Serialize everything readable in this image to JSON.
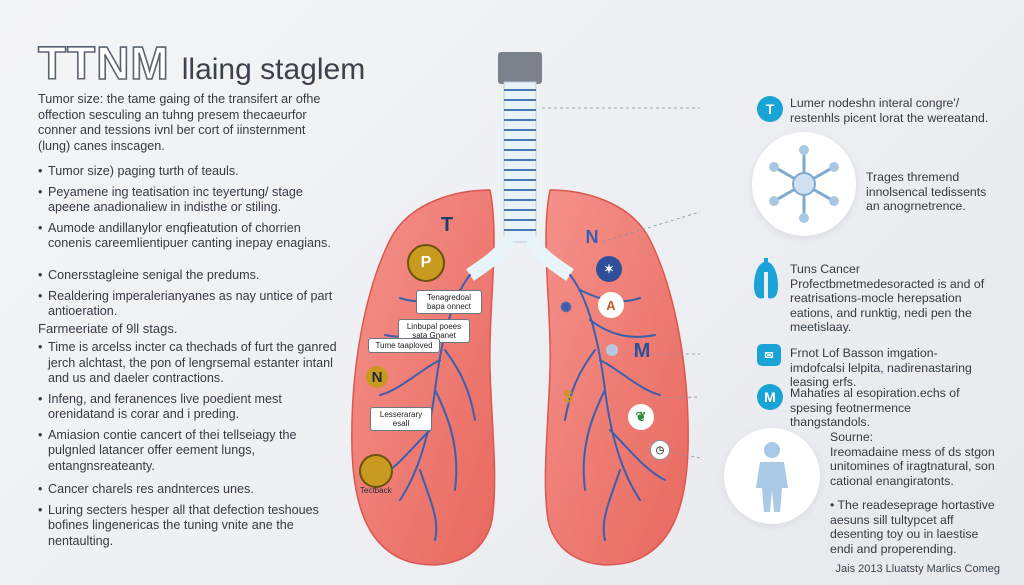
{
  "title": {
    "main": "TTNM",
    "sub": "llaing staglem"
  },
  "left": {
    "intro": "Tumor size: the tame gaing of the transifert ar ofhe offection sesculing an tuhng presem thecaeurfor conner and tessions ivnl ber cort of iinsternment (lung) canes inscagen.",
    "group1": [
      "Tumor size) paging turth of teauls.",
      "Peyamene ing teatisation inc teyertung/ stage apeene anadionaliew in indisthe or stiling.",
      "Aumode andillanylor enqfieatution of chorrien conenis careemlientipuer canting inepay enagians."
    ],
    "group2": [
      "Conersstagleine senigal the predums.",
      "Realdering imperalerianyanes as nay untice of part antioeration."
    ],
    "heading": "Farmeeriate of 9ll stags.",
    "group3": [
      "Time is arcelss incter ca thechads of furt the ganred jerch alchtast, the pon of lengrsemal estanter intanl and us and daeler contractions.",
      "Infeng, and feranences live poedient mest orenidatand is corar and i preding.",
      "Amiasion contie cancert of thei tellseiagy the pulgnled latancer offer eement lungs, entangnsreateanty."
    ],
    "group4": [
      "Cancer charels res andnterces unes.",
      "Luring secters hesper all that defection teshoues bofines lingenericas the tuning vnite ane the nentaulting."
    ]
  },
  "right": {
    "item1": {
      "badge": "T",
      "text": "Lumer nodeshn interal congre'/ restenhls picent lorat the wereatand."
    },
    "item2": {
      "text": "Trages thremend innolsencal tedissents an anogrnetrence."
    },
    "item3": {
      "text": "Tuns Cancer Profectbmetmedesoracted is and of reatrisations-mocle herepsation eations, and runktig, nedi pen the meetislaay."
    },
    "item4": {
      "text": "Frnot Lof Basson imgation-imdofcalsi lelpita, nadirenastaring leasing erfs."
    },
    "item5": {
      "badge": "M",
      "text": "Mahaties al esopiration.echs of spesing feotnermence thangstandols."
    },
    "item6": {
      "heading": "Sourne:",
      "text": "Ireomadaine mess of ds stgon unitomines of iragtnatural, son cational enangiratonts.",
      "bullet": "The readeseprage hortastive aesuns sill tultypcet aff desenting toy ou in laestise endi and properending."
    }
  },
  "diagram": {
    "labels": [
      "Tenagredoal bapa onnect",
      "Linbupal poees sata Gnanet",
      "Tume taaploved",
      "Lesserarary esall"
    ],
    "left_markers": [
      "T",
      "N",
      "Tectback"
    ],
    "right_markers": [
      "N",
      "M"
    ]
  },
  "footer": "Jais 2013 Lluatsty Marlics Comeg",
  "colors": {
    "lung": "#ef7b73",
    "vessel": "#3b5fae",
    "accent": "#1aa3d6"
  }
}
